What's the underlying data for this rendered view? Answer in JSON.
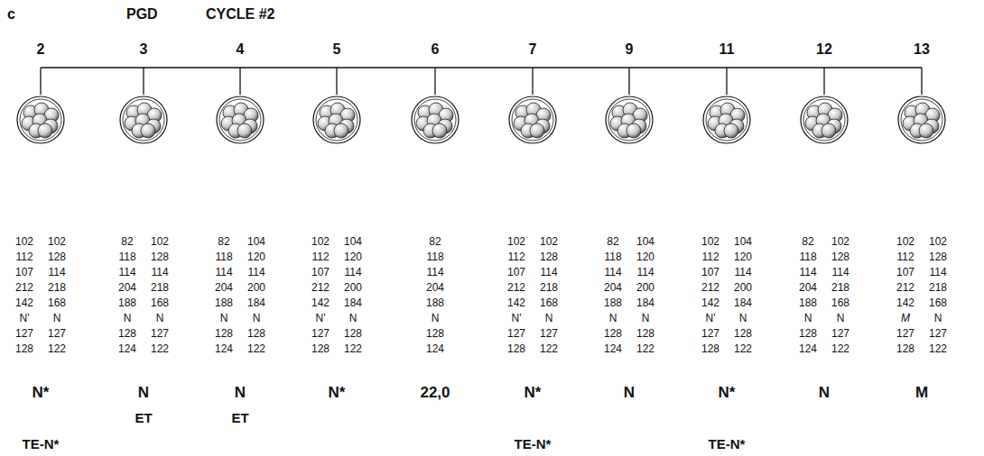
{
  "diagram": {
    "labels": [
      "c",
      "PGD",
      "CYCLE #2",
      "2",
      "102",
      "102",
      "112",
      "128",
      "107",
      "114",
      "212",
      "218",
      "142",
      "168",
      "N'",
      "N",
      "127",
      "127",
      "128",
      "122",
      "N*",
      "TE-N*",
      "3",
      "82",
      "102",
      "118",
      "128",
      "114",
      "114",
      "204",
      "218",
      "188",
      "168",
      "N",
      "N",
      "128",
      "127",
      "124",
      "122",
      "N",
      "ET",
      "4",
      "82",
      "104",
      "118",
      "120",
      "114",
      "114",
      "204",
      "200",
      "188",
      "184",
      "N",
      "N",
      "128",
      "128",
      "124",
      "122",
      "N",
      "ET",
      "5",
      "102",
      "104",
      "112",
      "120",
      "107",
      "114",
      "212",
      "200",
      "142",
      "184",
      "N'",
      "N",
      "127",
      "128",
      "128",
      "122",
      "N*",
      "6",
      "82",
      "118",
      "114",
      "204",
      "188",
      "N",
      "128",
      "124",
      "22,0",
      "7",
      "102",
      "102",
      "112",
      "128",
      "107",
      "114",
      "212",
      "218",
      "142",
      "168",
      "N'",
      "N",
      "127",
      "127",
      "128",
      "122",
      "N*",
      "TE-N*",
      "9",
      "82",
      "104",
      "118",
      "120",
      "114",
      "114",
      "204",
      "200",
      "188",
      "184",
      "N",
      "N",
      "128",
      "128",
      "124",
      "122",
      "N",
      "11",
      "102",
      "104",
      "112",
      "120",
      "107",
      "114",
      "212",
      "200",
      "142",
      "184",
      "N'",
      "N",
      "127",
      "128",
      "128",
      "122",
      "N*",
      "TE-N*",
      "12",
      "82",
      "102",
      "118",
      "128",
      "114",
      "114",
      "204",
      "218",
      "188",
      "168",
      "N",
      "N",
      "128",
      "127",
      "124",
      "122",
      "N",
      "13",
      "102",
      "102",
      "112",
      "128",
      "107",
      "114",
      "212",
      "218",
      "142",
      "168",
      "M",
      "N",
      "127",
      "127",
      "128",
      "122",
      "M"
    ]
  }
}
